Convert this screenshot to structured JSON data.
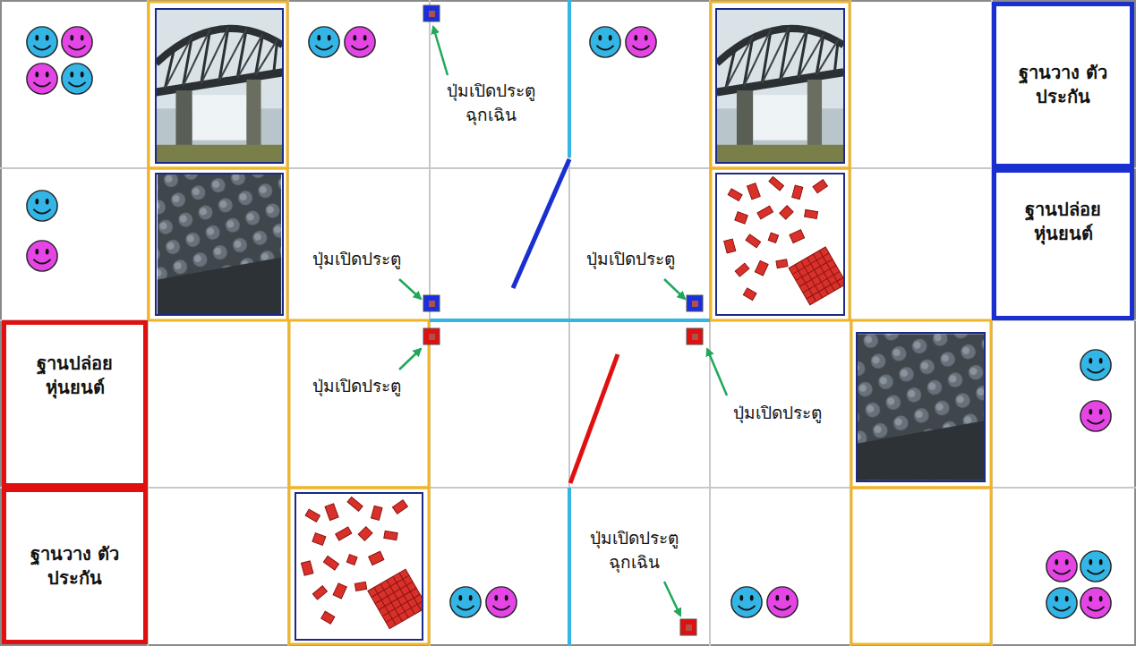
{
  "diagram": {
    "nodes": [
      {
        "text": [
          "ฐานวาง ตัวประกัน"
        ]
      },
      {
        "text": [
          "ฐานปล่อย หุ่นยนต์"
        ]
      },
      {
        "text": [
          "ฐานปล่อย หุ่นยนต์"
        ]
      },
      {
        "text": [
          "ฐานวาง ตัวประกัน"
        ]
      }
    ],
    "labels": [
      "ปุ่มเปิดประตู ฉุกเฉิน",
      "ปุ่มเปิดประตู",
      "ปุ่มเปิดประตู",
      "ปุ่มเปิดประตู",
      "ปุ่มเปิดประตู",
      "ปุ่มเปิดประตู ฉุกเฉิน"
    ]
  }
}
